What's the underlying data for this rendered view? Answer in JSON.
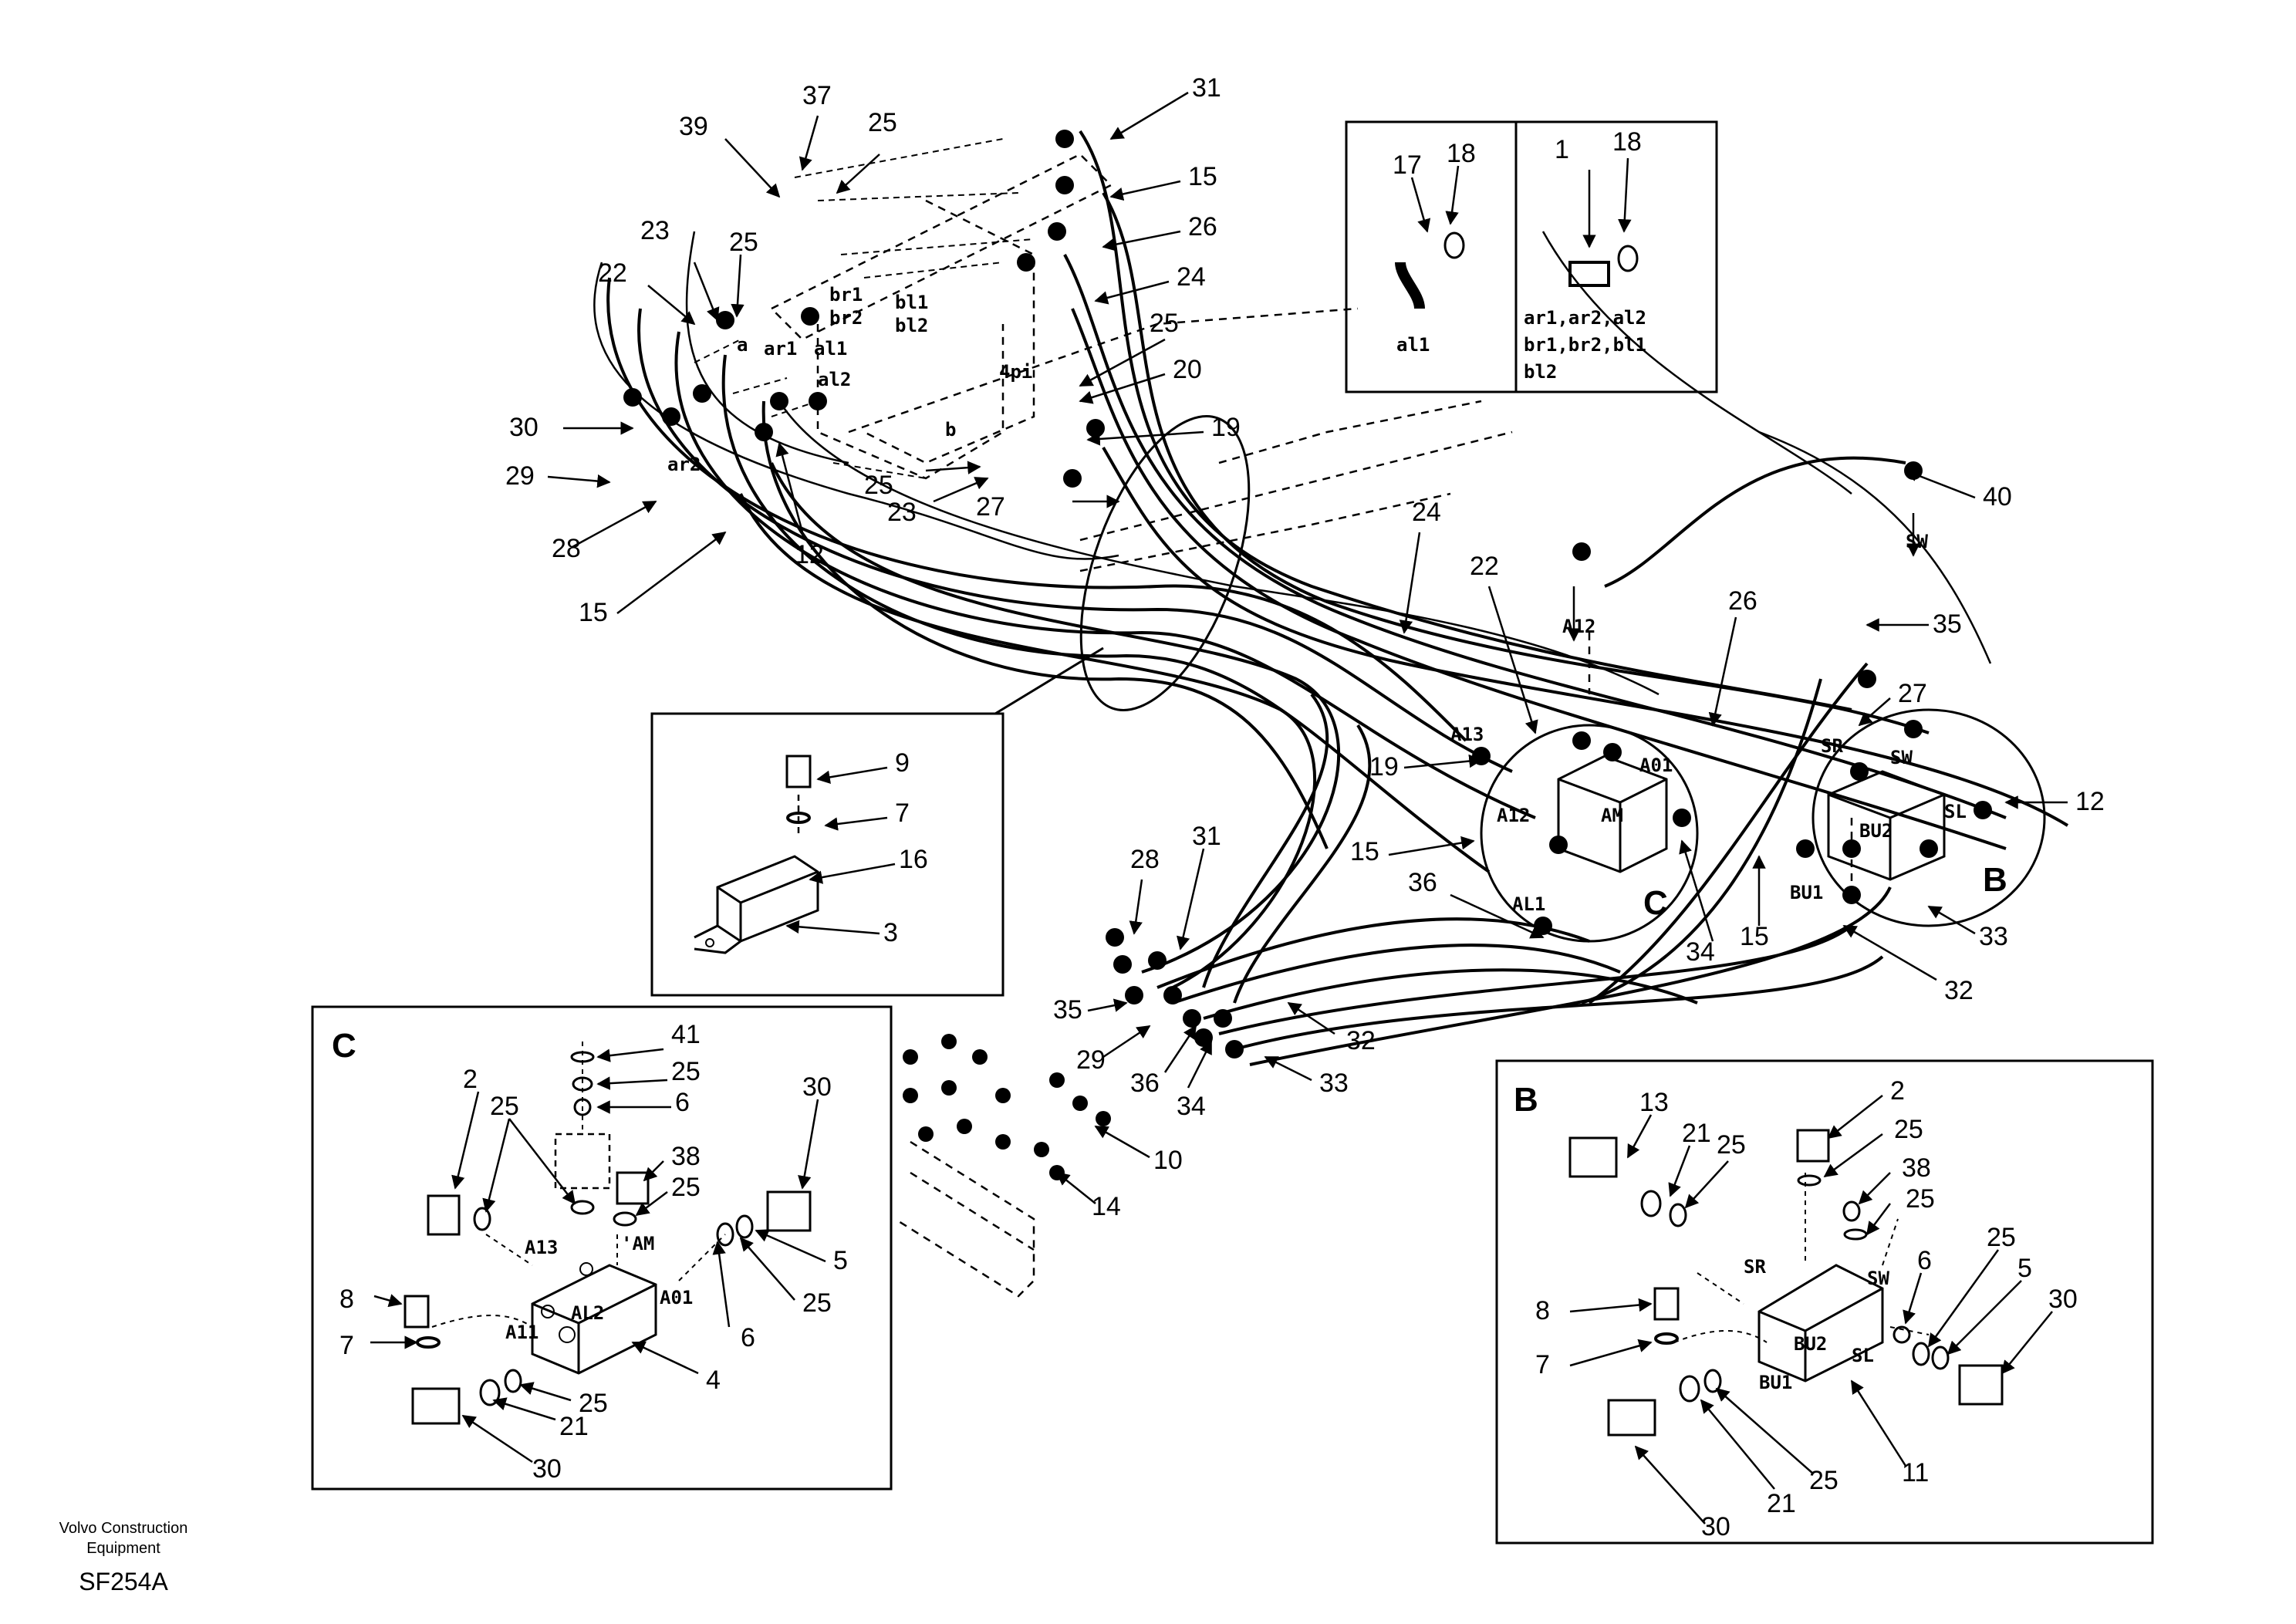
{
  "diagram": {
    "callouts": {
      "c39": "39",
      "c37": "37",
      "c25a": "25",
      "c31a": "31",
      "c15a": "15",
      "c26a": "26",
      "c24a": "24",
      "c25b": "25",
      "c20": "20",
      "c19a": "19",
      "c23a": "23",
      "c25c": "25",
      "c22a": "22",
      "c30a": "30",
      "c29a": "29",
      "c28a": "28",
      "c12a": "12",
      "c15b": "15",
      "c25d": "25",
      "c23b": "23",
      "c27a": "27",
      "c40": "40",
      "c24b": "24",
      "c22b": "22",
      "c26b": "26",
      "c35a": "35",
      "c27b": "27",
      "c12b": "12",
      "c19b": "19",
      "c15c": "15",
      "c36a": "36",
      "c34a": "34",
      "c15d": "15",
      "c33a": "33",
      "c32a": "32",
      "c9": "9",
      "c7a": "7",
      "c16": "16",
      "c3": "3",
      "c28b": "28",
      "c31b": "31",
      "c35b": "35",
      "c29b": "29",
      "c36b": "36",
      "c34b": "34",
      "c32b": "32",
      "c33b": "33",
      "c10": "10",
      "c14": "14",
      "c17": "17",
      "c18a": "18",
      "c1": "1",
      "c18b": "18"
    },
    "ports": {
      "br1": "br1",
      "br2": "br2",
      "bl1": "bl1",
      "bl2": "bl2",
      "ar1": "ar1",
      "al1": "al1",
      "al2": "al2",
      "ar2": "ar2",
      "a": "a",
      "b": "b",
      "pi": "4pi",
      "a12": "A12",
      "sw_top": "SW",
      "a13": "A13",
      "a01": "A01",
      "a12b": "A12",
      "am": "AM",
      "al1b": "AL1",
      "sr": "SR",
      "sw": "SW",
      "bu2": "BU2",
      "sl": "SL",
      "bu1": "BU1"
    },
    "circle_labels": {
      "c": "C",
      "b": "B"
    }
  },
  "inset_fittings": {
    "left_caption": "al1",
    "right_caption_line1": "ar1,ar2,al2",
    "right_caption_line2": "br1,br2,bl1",
    "right_caption_line3": "bl2",
    "callouts": {
      "c17": "17",
      "c18a": "18",
      "c1": "1",
      "c18b": "18"
    }
  },
  "inset_c": {
    "title": "C",
    "callouts": {
      "c41": "41",
      "c25a": "25",
      "c6a": "6",
      "c2": "2",
      "c25b": "25",
      "c30a": "30",
      "c38": "38",
      "c25c": "25",
      "c5": "5",
      "c25d": "25",
      "c8": "8",
      "c7": "7",
      "c6b": "6",
      "c4": "4",
      "c25e": "25",
      "c21": "21",
      "c30b": "30"
    },
    "ports": {
      "a13": "A13",
      "am": "'AM",
      "a01": "A01",
      "al2": "AL2",
      "a11": "A11"
    }
  },
  "inset_b": {
    "title": "B",
    "callouts": {
      "c13": "13",
      "c21a": "21",
      "c25a": "25",
      "c2": "2",
      "c25b": "25",
      "c38": "38",
      "c25c": "25",
      "c6": "6",
      "c25d": "25",
      "c5": "5",
      "c30a": "30",
      "c8": "8",
      "c7": "7",
      "c11": "11",
      "c25e": "25",
      "c21b": "21",
      "c30b": "30"
    },
    "ports": {
      "sr": "SR",
      "sw": "SW",
      "bu2": "BU2",
      "sl": "SL",
      "bu1": "BU1"
    }
  },
  "footer": {
    "brand_line1": "Volvo Construction",
    "brand_line2": "Equipment",
    "code": "SF254A"
  }
}
